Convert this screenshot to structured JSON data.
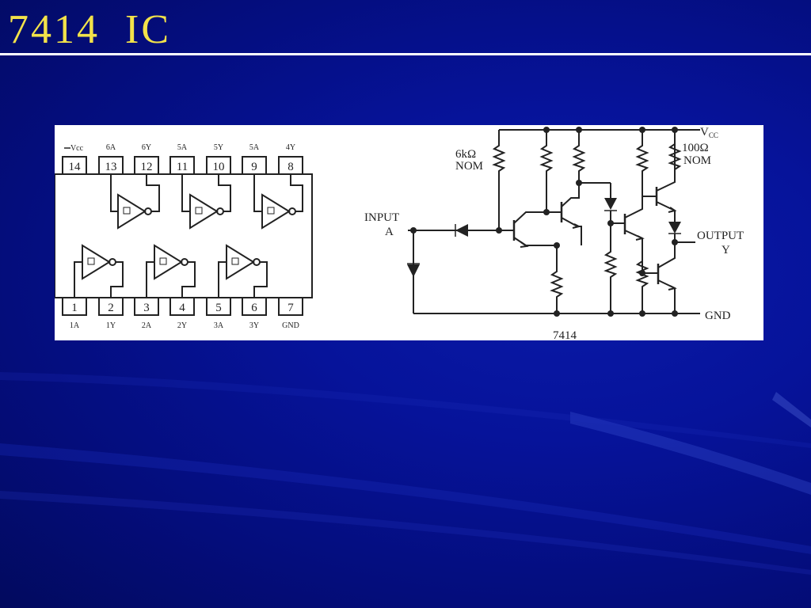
{
  "slide": {
    "title": "7414  IC"
  },
  "pinout": {
    "top_pins": [
      {
        "number": "14",
        "label": "Vcc"
      },
      {
        "number": "13",
        "label": "6A"
      },
      {
        "number": "12",
        "label": "6Y"
      },
      {
        "number": "11",
        "label": "5A"
      },
      {
        "number": "10",
        "label": "5Y"
      },
      {
        "number": "9",
        "label": "5A"
      },
      {
        "number": "8",
        "label": "4Y"
      }
    ],
    "bottom_pins": [
      {
        "number": "1",
        "label": "1A"
      },
      {
        "number": "2",
        "label": "1Y"
      },
      {
        "number": "3",
        "label": "2A"
      },
      {
        "number": "4",
        "label": "2Y"
      },
      {
        "number": "5",
        "label": "3A"
      },
      {
        "number": "6",
        "label": "3Y"
      },
      {
        "number": "7",
        "label": "GND"
      }
    ]
  },
  "schematic": {
    "vcc": "V",
    "vcc_sub": "CC",
    "r1_value": "6kΩ",
    "r1_nom": "NOM",
    "r2_value": "100Ω",
    "r2_nom": "NOM",
    "input_label": "INPUT",
    "input_pin": "A",
    "output_label": "OUTPUT",
    "output_pin": "Y",
    "gnd": "GND",
    "caption": "7414"
  },
  "colors": {
    "title": "#f2e24a",
    "background": "#06139a",
    "rule": "#ffffff",
    "figure_bg": "#ffffff",
    "ink": "#222222"
  }
}
